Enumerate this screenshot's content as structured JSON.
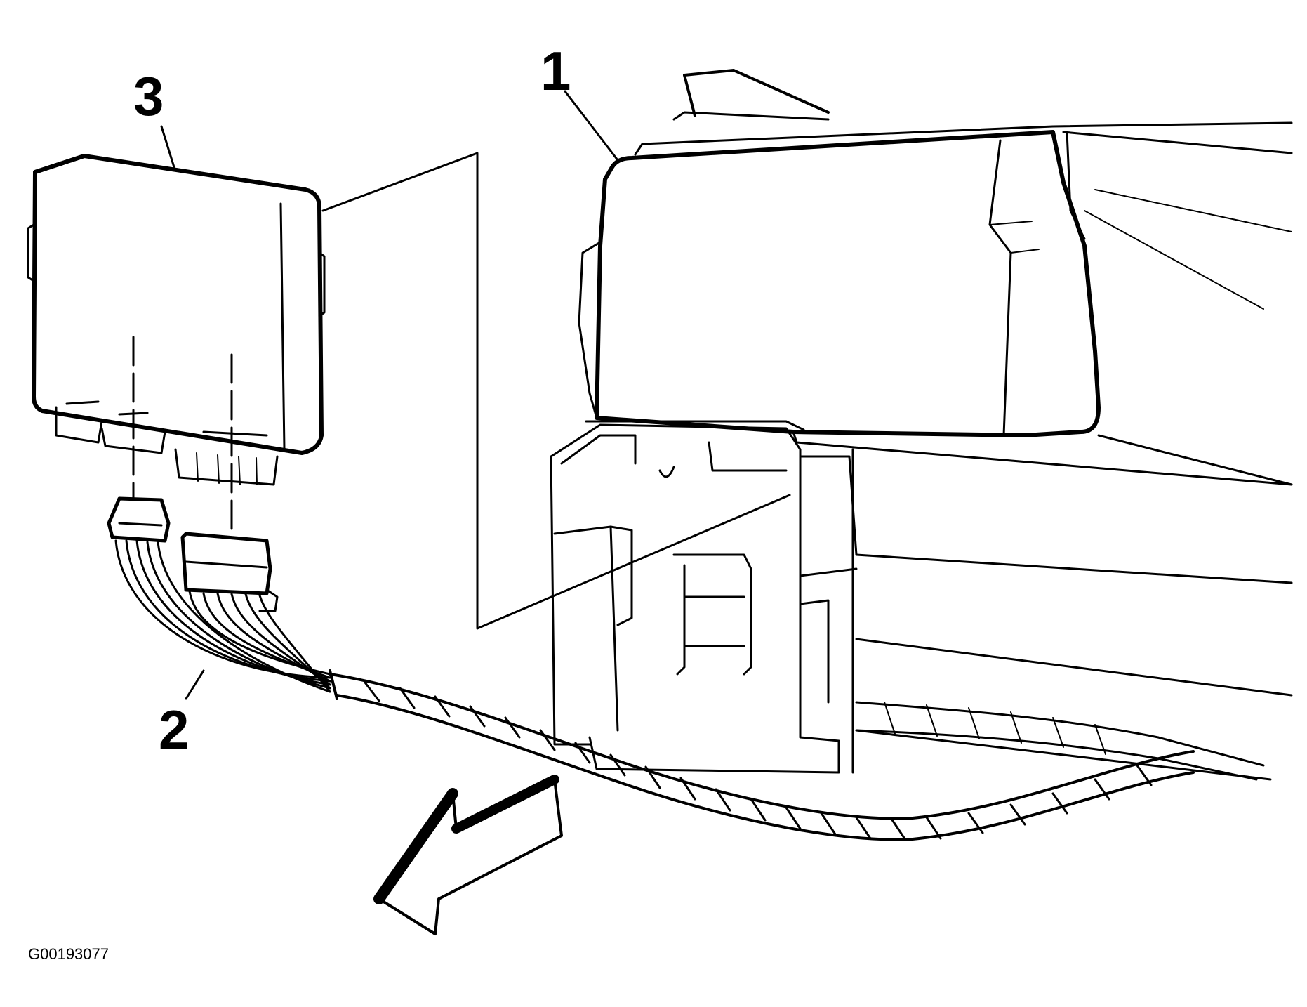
{
  "callouts": {
    "one": "1",
    "two": "2",
    "three": "3"
  },
  "figure_code": "G00193077",
  "colors": {
    "line": "#000000",
    "background": "#ffffff"
  }
}
